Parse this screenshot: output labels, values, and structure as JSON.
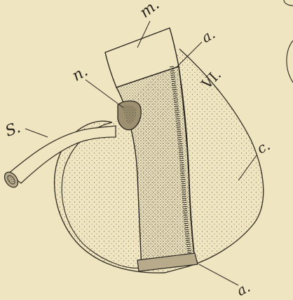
{
  "figure": {
    "labels": {
      "m": "m.",
      "n": "n.",
      "a_top": "a.",
      "numeral": "VI.",
      "s": "S.",
      "c": "c.",
      "a_bottom": "a."
    }
  }
}
